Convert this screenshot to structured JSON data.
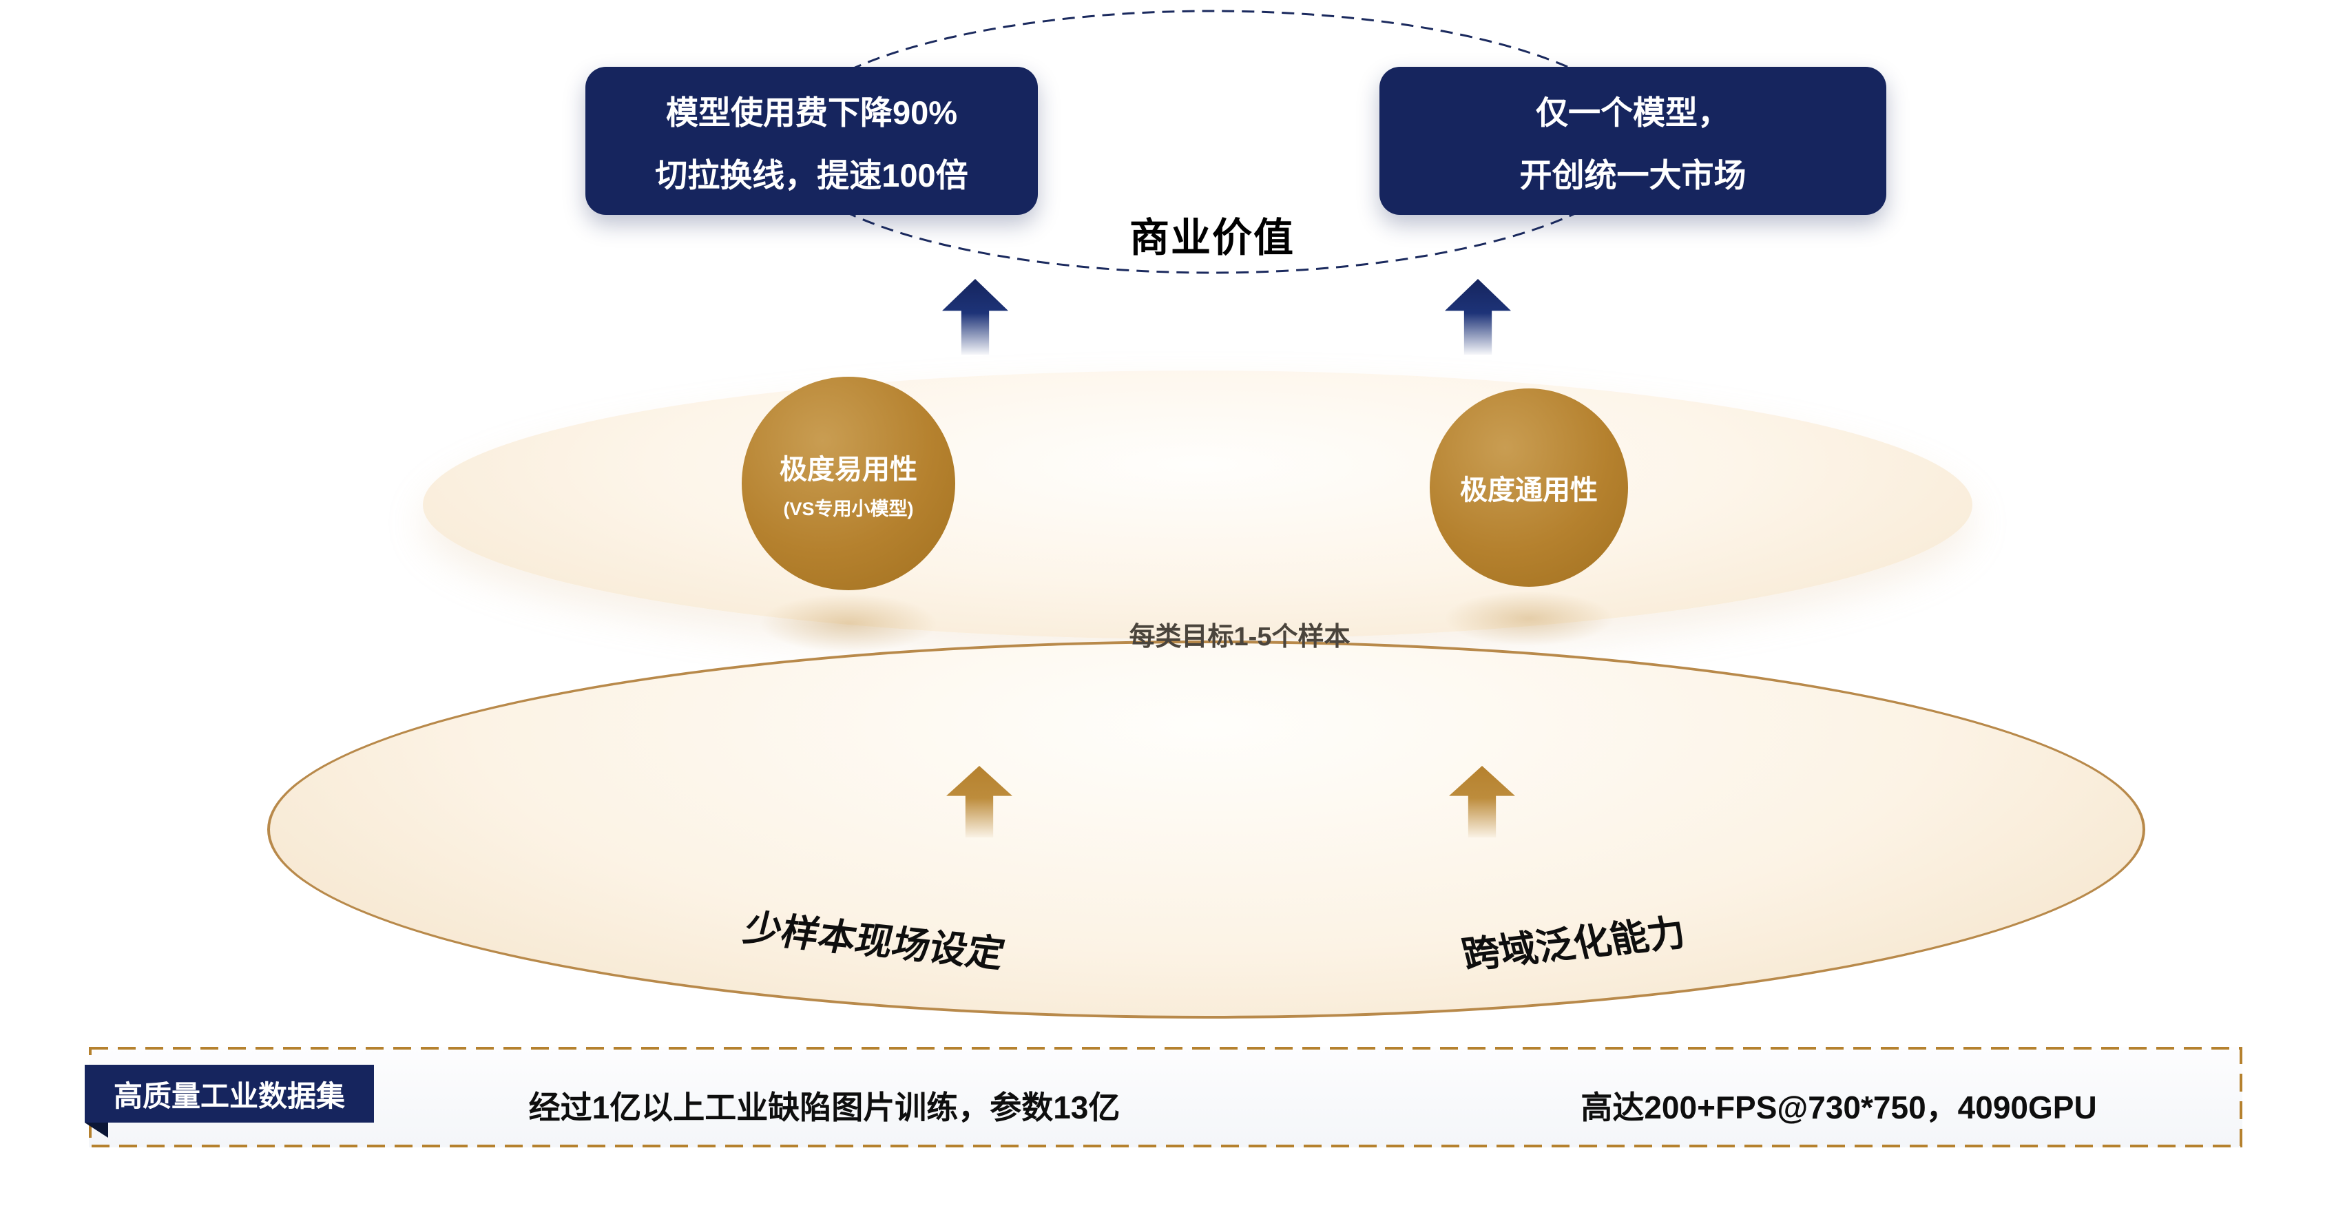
{
  "top": {
    "title": "商业价值",
    "left_box": {
      "line1": "模型使用费下降90%",
      "line2": "切拉换线，提速100倍"
    },
    "right_box": {
      "line1": "仅一个模型，",
      "line2": "开创统一大市场"
    }
  },
  "middle": {
    "left_circle": {
      "line1": "极度易用性",
      "line2": "(VS专用小模型)"
    },
    "right_circle": {
      "line1": "极度通用性"
    },
    "sample_label": "每类目标1-5个样本"
  },
  "base": {
    "left_label": "少样本现场设定",
    "right_label": "跨域泛化能力"
  },
  "footer": {
    "badge": "高质量工业数据集",
    "train_text": "经过1亿以上工业缺陷图片训练，参数13亿",
    "perf_text": "高达200+FPS@730*750，4090GPU"
  },
  "icons": {
    "up_arrow_navy": "css-block-arrow-up",
    "up_arrow_gold": "css-block-arrow-up"
  },
  "colors": {
    "navy": "#16255e",
    "gold": "#b5812e",
    "gold_border": "#b8894a",
    "cream": "#f5e5cc",
    "text_dark": "#0e0e0e"
  }
}
